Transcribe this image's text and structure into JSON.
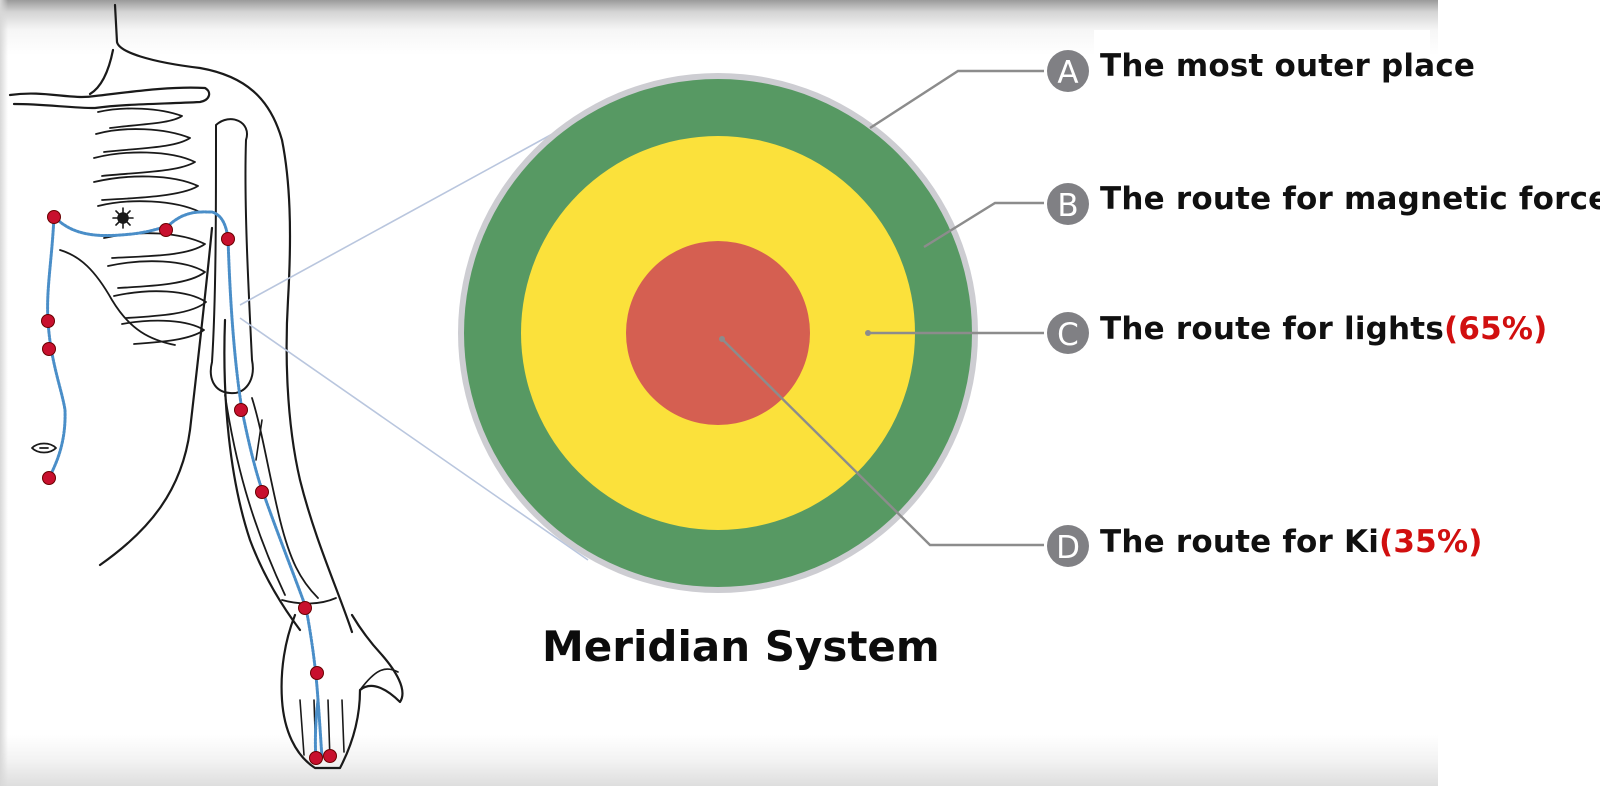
{
  "diagram": {
    "title": "Meridian System",
    "layers": [
      {
        "badge": "A",
        "label": "The most outer place",
        "percent": "",
        "color": "#579963"
      },
      {
        "badge": "B",
        "label": "The route for magnetic forces",
        "percent": "",
        "color": "#579963"
      },
      {
        "badge": "C",
        "label": "The route for lights",
        "percent": "(65%)",
        "color": "#fbe13b"
      },
      {
        "badge": "D",
        "label": "The route for Ki",
        "percent": "(35%)",
        "color": "#d55f51"
      }
    ],
    "colors": {
      "outer_ring": "#cdcdd2",
      "green_layer": "#579963",
      "yellow_layer": "#fbe13b",
      "red_core": "#d55f51",
      "meridian_line": "#4a8ec8",
      "acupoint": "#c8102e",
      "badge": "#808084",
      "leader_line": "#8c8c8c"
    },
    "illustration": "arm-anatomy-illustration"
  }
}
